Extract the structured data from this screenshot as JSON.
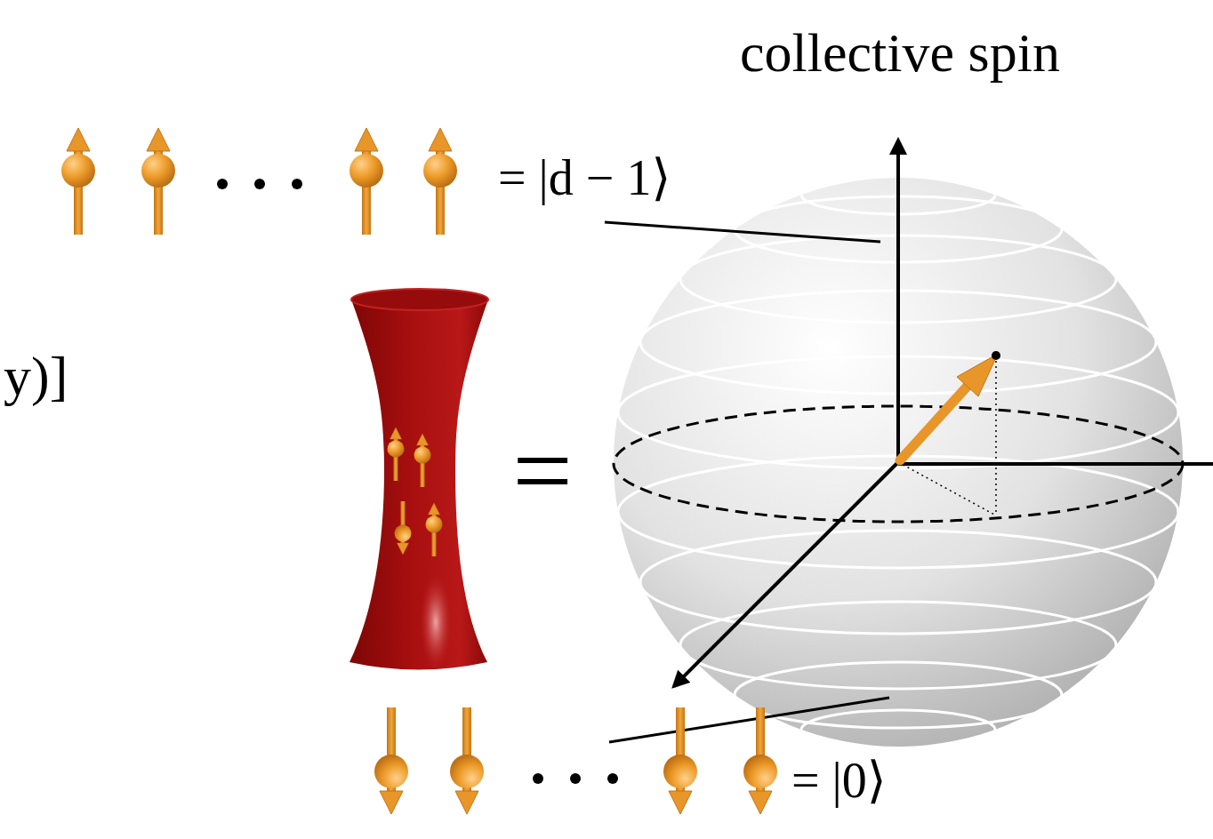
{
  "diagram": {
    "labels": [
      "collective spin",
      "= |d − 1⟩",
      "y)]",
      "=",
      "= |0⟩"
    ]
  }
}
